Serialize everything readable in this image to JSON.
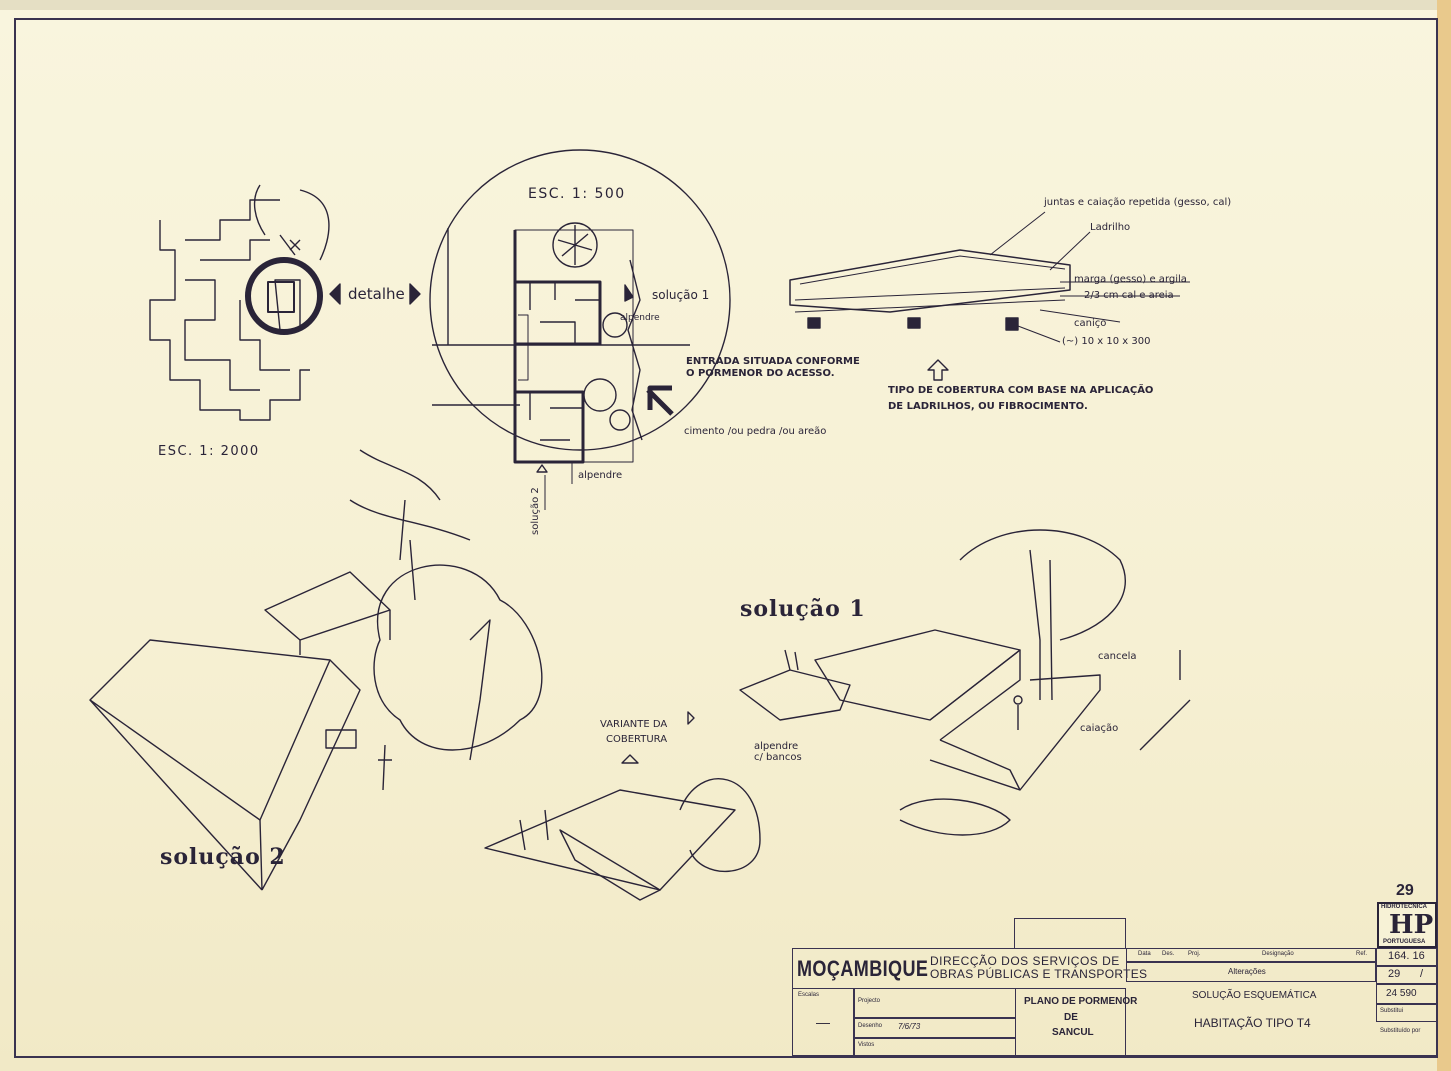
{
  "sheet": {
    "sheet_number": "29",
    "logo": {
      "top": "HIDROTÉCNICA",
      "mark": "HP",
      "bottom": "PORTUGUESA"
    }
  },
  "plans": {
    "scale_site": "ESC. 1: 2000",
    "scale_detail": "ESC. 1: 500",
    "detalhe": "detalhe",
    "solucao_1_marker": "solução 1",
    "alpendre_1": "alpendre",
    "alpendre_2": "alpendre",
    "solucao_2_marker": "solução 2",
    "entrada_note_line1": "ENTRADA SITUADA CONFORME",
    "entrada_note_line2": "O PORMENOR DO ACESSO.",
    "pavement_note": "cimento /ou pedra /ou areão"
  },
  "roof_section": {
    "label_juntas": "juntas e caiação repetida (gesso, cal)",
    "label_ladrilho": "Ladrilho",
    "label_marga": "marga (gesso) e argila",
    "label_cal": "2/3 cm cal e areia",
    "label_canico": "caniço",
    "label_beam": "(~) 10 x 10 x 300",
    "caption_line1": "TIPO DE COBERTURA COM BASE NA APLICAÇÃO",
    "caption_line2": "DE LADRILHOS, OU FIBROCIMENTO."
  },
  "perspectives": {
    "solucao_1": "solução 1",
    "solucao_2": "solução 2",
    "variante_line1": "VARIANTE DA",
    "variante_line2": "COBERTURA",
    "alpendre_bancos_line1": "alpendre",
    "alpendre_bancos_line2": "c/ bancos",
    "cancela": "cancela",
    "caiacao": "caiação"
  },
  "title_block": {
    "country": "MOÇAMBIQUE",
    "department_line1": "DIRECÇÃO DOS SERVIÇOS DE",
    "department_line2": "OBRAS PÚBLICAS E TRANSPORTES",
    "escalas_label": "Escalas",
    "escalas_value": "—",
    "projecto_label": "Projecto",
    "desenho_label": "Desenho",
    "desenho_value": "7/6/73",
    "vistos_label": "Vistos",
    "plan_line1": "PLANO DE PORMENOR",
    "plan_line2": "DE",
    "plan_line3": "SANCUL",
    "col_data": "Data",
    "col_des": "Des.",
    "col_proj": "Proj.",
    "col_designacao": "Designação",
    "col_ref": "Ref.",
    "alteracoes": "Alterações",
    "subtitle": "SOLUÇÃO ESQUEMÁTICA",
    "main_title": "HABITAÇÃO TIPO T4",
    "ref_value": "164. 16",
    "sheet_value": "29",
    "sheet_sep": "/",
    "code_value": "24 590",
    "substitui_label": "Substitui",
    "substituido_label": "Substituído por"
  },
  "colors": {
    "paper": "#f7f2d6",
    "ink": "#2a2438"
  }
}
